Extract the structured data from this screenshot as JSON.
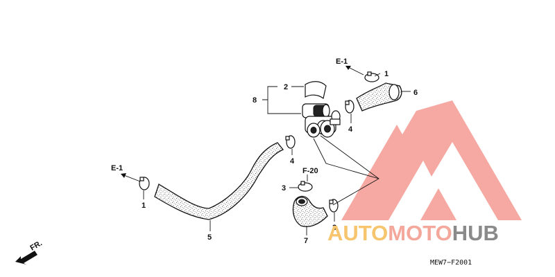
{
  "callouts": {
    "c1_top": "1",
    "c1_left": "1",
    "c2": "2",
    "c3_left": "3",
    "c3_right": "3",
    "c4_upper": "4",
    "c4_lower": "4",
    "c5": "5",
    "c6": "6",
    "c7": "7",
    "c8": "8"
  },
  "refs": {
    "e1_top": "E-1",
    "e1_left": "E-1",
    "f20": "F-20",
    "front": "FR."
  },
  "diagram_code": "MEW7−F2001",
  "watermark": {
    "part1": "AUTO",
    "part2": "MOTO",
    "part3": "HUB",
    "color_part1": "#f6c56e",
    "color_part2": "#f4a79b",
    "color_part3": "#8a8a8a",
    "logo_color": "#f59a92"
  }
}
